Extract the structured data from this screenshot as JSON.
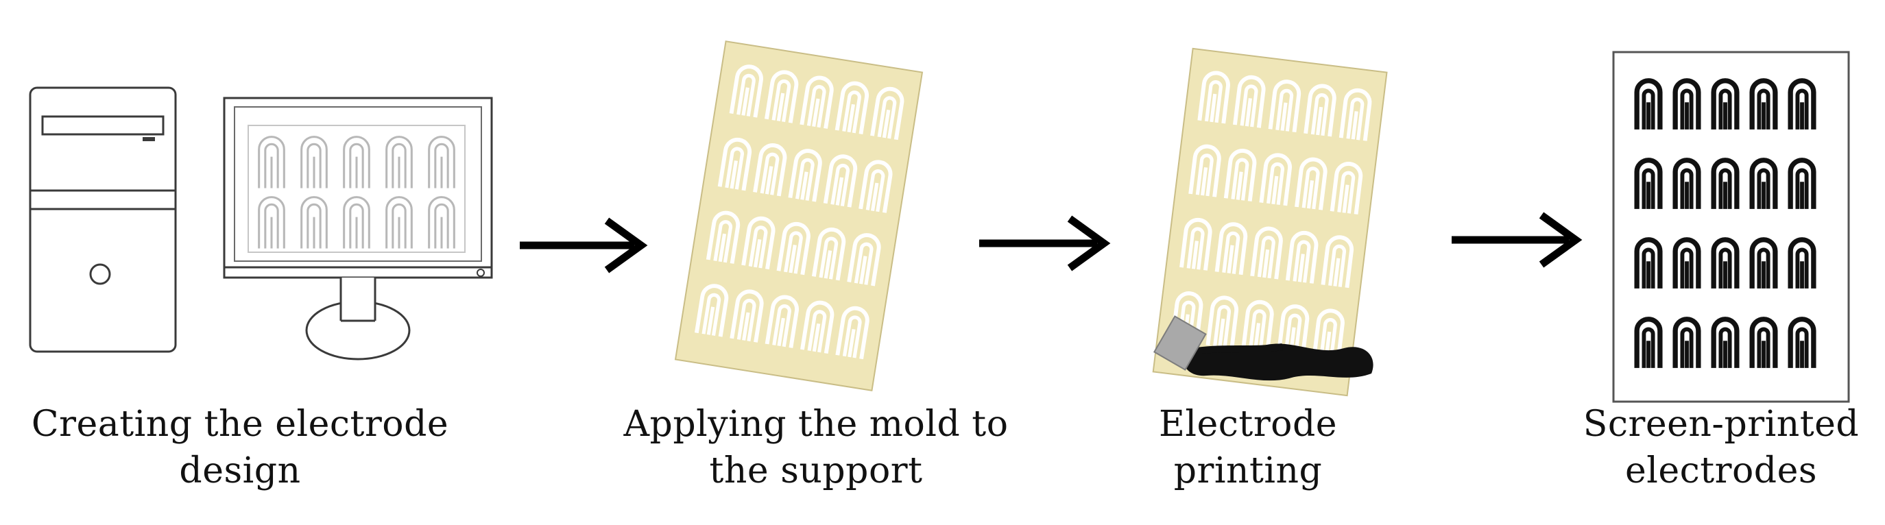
{
  "steps": [
    {
      "id": "design",
      "caption_line1": "Creating the electrode",
      "caption_line2": "design"
    },
    {
      "id": "mold",
      "caption_line1": "Applying the mold to",
      "caption_line2": "the support"
    },
    {
      "id": "printing",
      "caption_line1": "Electrode",
      "caption_line2": "printing"
    },
    {
      "id": "result",
      "caption_line1": "Screen-printed",
      "caption_line2": "electrodes"
    }
  ],
  "colors": {
    "outline": "#3a3a3a",
    "light_outline": "#8a8a8a",
    "mold_fill": "#efe6b8",
    "mold_border": "#c9bd86",
    "ink": "#111111",
    "squeegee": "#a9a9a9",
    "arrow": "#000000"
  },
  "icons": [
    "computer-tower-icon",
    "monitor-icon",
    "mold-sheet-icon",
    "squeegee-icon",
    "electrode-card-icon",
    "arrow-right-icon"
  ]
}
